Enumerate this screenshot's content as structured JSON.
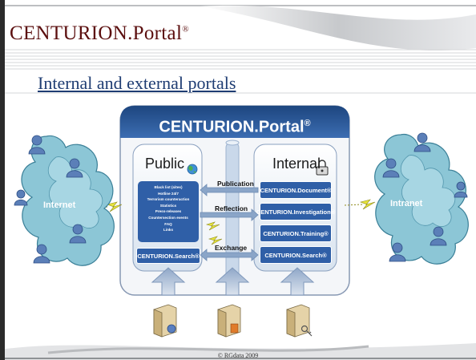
{
  "header": {
    "logo_text": "CENTURION.Portal",
    "logo_mark": "®"
  },
  "slide": {
    "title": "Internal and external portals"
  },
  "panel": {
    "title": "CENTURION.Portal",
    "title_mark": "®"
  },
  "public": {
    "heading": "Public",
    "items": [
      "Black list (sites)",
      "Hotline 24/7",
      "Terrorism counteraction",
      "Statistics",
      "Press-releases",
      "Countersection events",
      "FAQ",
      "Links"
    ],
    "search_label": "CENTURION.Search®"
  },
  "internal": {
    "heading": "Internal",
    "modules": [
      "CENTURION.Document®",
      "CENTURION.Investigation®",
      "CENTURION.Training®",
      "CENTURION.Search®"
    ]
  },
  "flows": {
    "publication": "Publication",
    "reflection": "Reflection",
    "exchange": "Exchange"
  },
  "clouds": {
    "left": "Internet",
    "right": "Intranet"
  },
  "footer": {
    "text": "© RGdata 2009"
  },
  "colors": {
    "accent_blue": "#2f5fa7",
    "panel_dark": "#24508f",
    "cloud_blue": "#8cc6d6",
    "logo_red": "#5b0f0f",
    "title_blue": "#1f3d73"
  },
  "icons": [
    "globe-icon",
    "padlock-icon",
    "user-icon",
    "lightning-icon",
    "server-icon",
    "arrow-icon"
  ]
}
